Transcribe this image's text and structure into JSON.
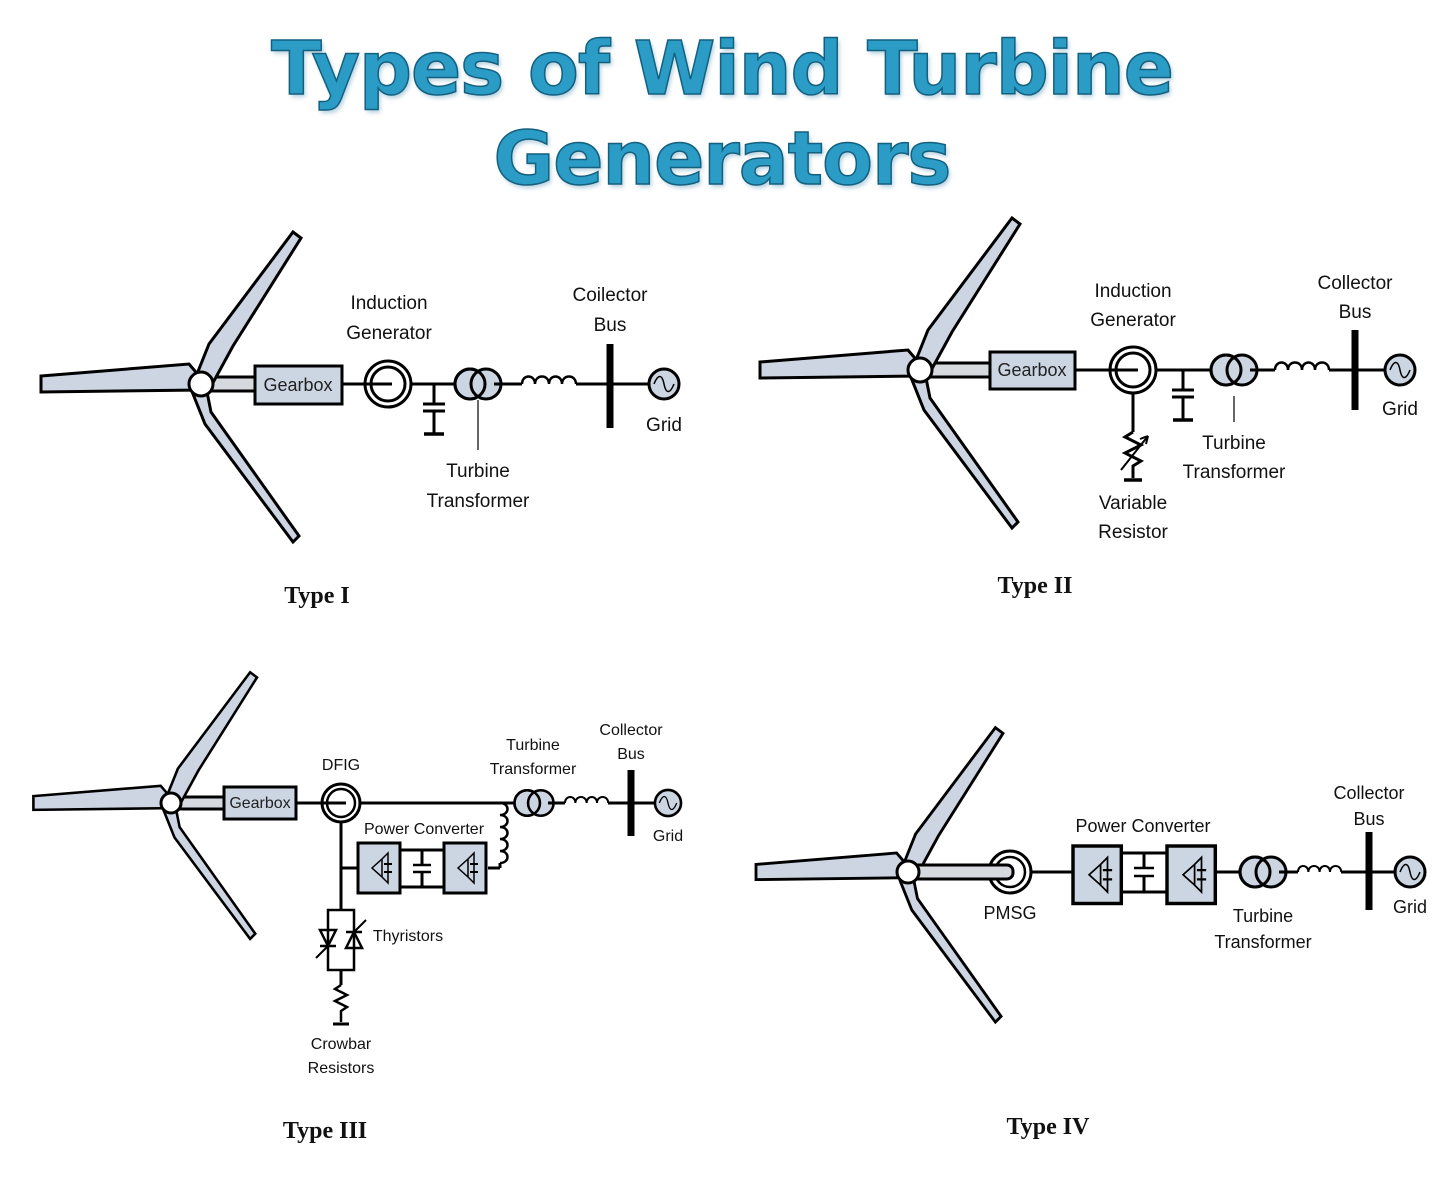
{
  "title": {
    "line1": "Types of Wind Turbine",
    "line2": "Generators",
    "color": "#2a9cc6"
  },
  "colors": {
    "component_fill": "#ccd5e2",
    "line": "#000000"
  },
  "diagrams": [
    {
      "caption": "Type I",
      "labels": {
        "gearbox": "Gearbox",
        "generator_line1": "Induction",
        "generator_line2": "Generator",
        "transformer_line1": "Turbine",
        "transformer_line2": "Transformer",
        "bus_line1": "Coilector",
        "bus_line2": "Bus",
        "grid": "Grid"
      }
    },
    {
      "caption": "Type  II",
      "labels": {
        "gearbox": "Gearbox",
        "generator_line1": "Induction",
        "generator_line2": "Generator",
        "resistor_line1": "Variable",
        "resistor_line2": "Resistor",
        "transformer_line1": "Turbine",
        "transformer_line2": "Transformer",
        "bus_line1": "Collector",
        "bus_line2": "Bus",
        "grid": "Grid"
      }
    },
    {
      "caption": "Type III",
      "labels": {
        "gearbox": "Gearbox",
        "generator": "DFIG",
        "converter": "Power Converter",
        "thyristors": "Thyristors",
        "crowbar_line1": "Crowbar",
        "crowbar_line2": "Resistors",
        "transformer_line1": "Turbine",
        "transformer_line2": "Transformer",
        "bus_line1": "Collector",
        "bus_line2": "Bus",
        "grid": "Grid"
      }
    },
    {
      "caption": "Type IV",
      "labels": {
        "generator": "PMSG",
        "converter": "Power Converter",
        "transformer_line1": "Turbine",
        "transformer_line2": "Transformer",
        "bus_line1": "Collector",
        "bus_line2": "Bus",
        "grid": "Grid"
      }
    }
  ]
}
